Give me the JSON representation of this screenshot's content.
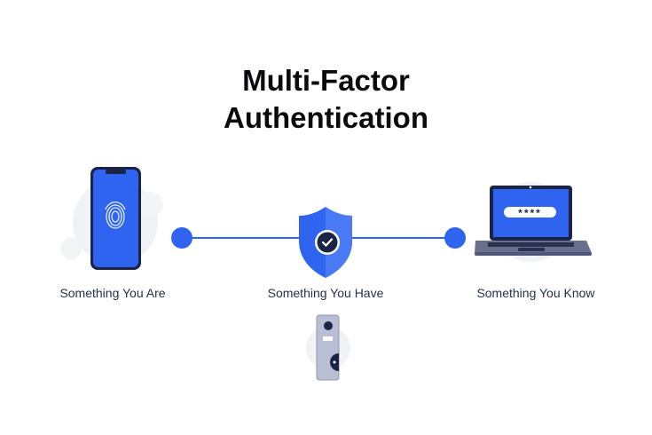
{
  "title": {
    "line1": "Multi-Factor",
    "line2": "Authentication"
  },
  "factors": [
    {
      "label": "Something You Are",
      "icon": "phone-fingerprint-icon"
    },
    {
      "label": "Something You Have",
      "icon": "shield-check-icon"
    },
    {
      "label": "Something You Know",
      "icon": "laptop-password-icon"
    }
  ],
  "password_mask": "****",
  "colors": {
    "accent": "#2f64f0",
    "dark": "#1b2447",
    "gray": "#b8bfd3"
  }
}
